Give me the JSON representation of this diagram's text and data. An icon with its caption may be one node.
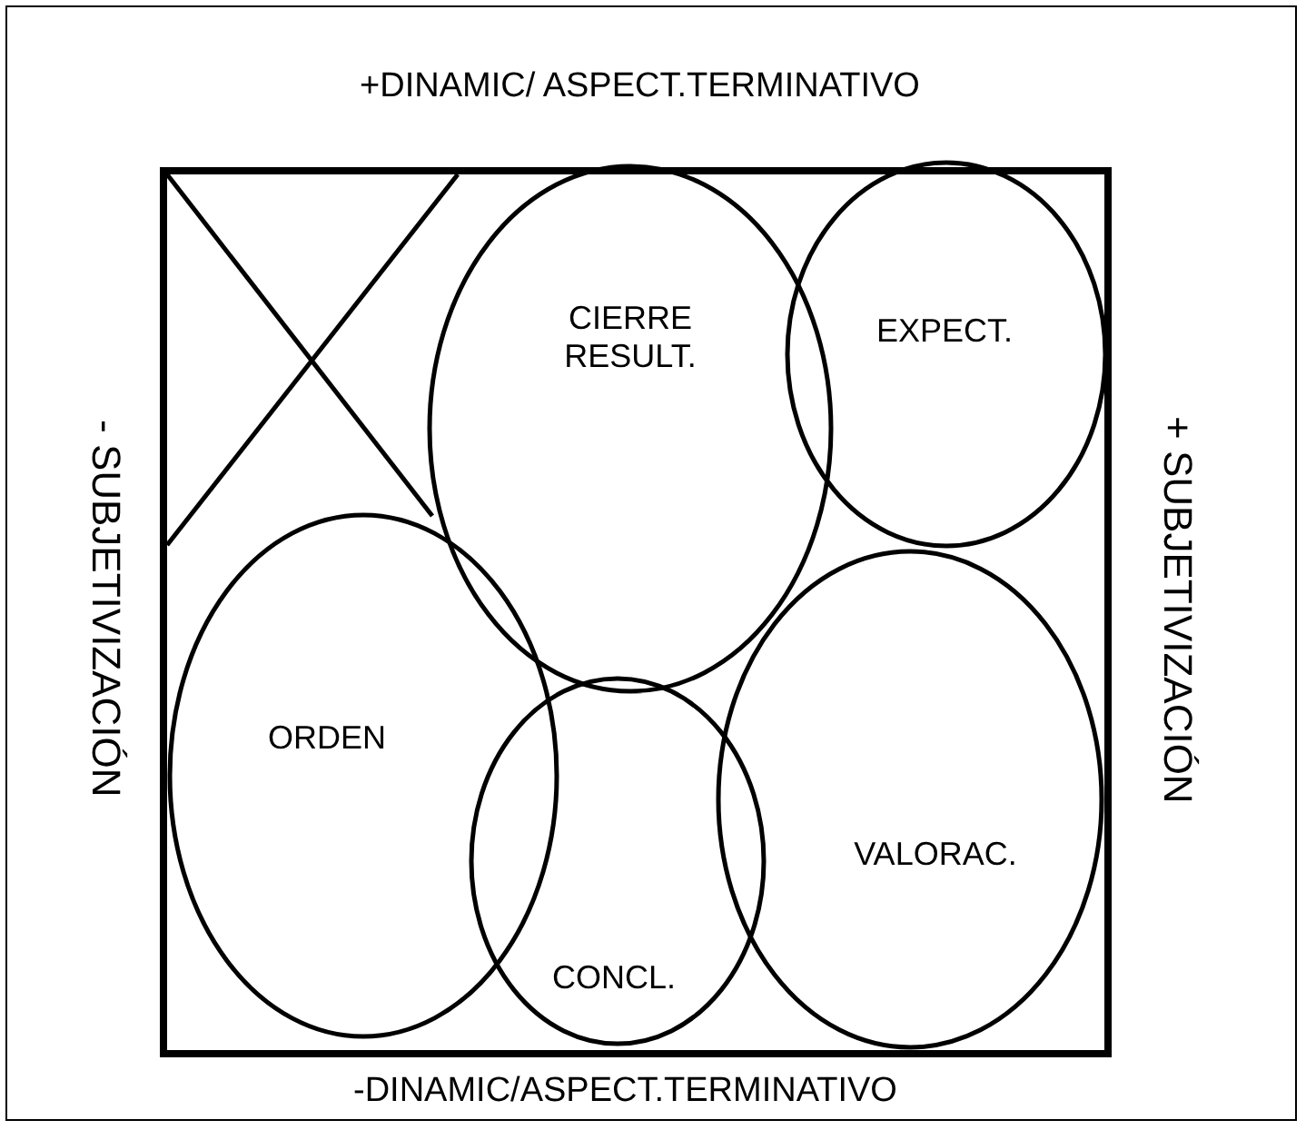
{
  "diagram": {
    "nodes": [
      {
        "text": [],
        "shape": "box"
      },
      {
        "text": [
          "CIERRE RESULT."
        ],
        "in": 0
      },
      {
        "text": [
          "EXPECT."
        ],
        "in": 0
      },
      {
        "text": [
          "ORDEN"
        ],
        "in": 0
      },
      {
        "text": [
          "CONCL."
        ],
        "in": 0
      },
      {
        "text": [
          "VALORAC."
        ],
        "in": 0
      }
    ],
    "edges": [],
    "labels": [
      "+DINAMIC/ ASPECT.TERMINATIVO",
      "- SUBJETIVIZACIÓN",
      "+ SUBJETIVIZACIÓN",
      "-DINAMIC/ASPECT.TERMINATIVO"
    ]
  }
}
